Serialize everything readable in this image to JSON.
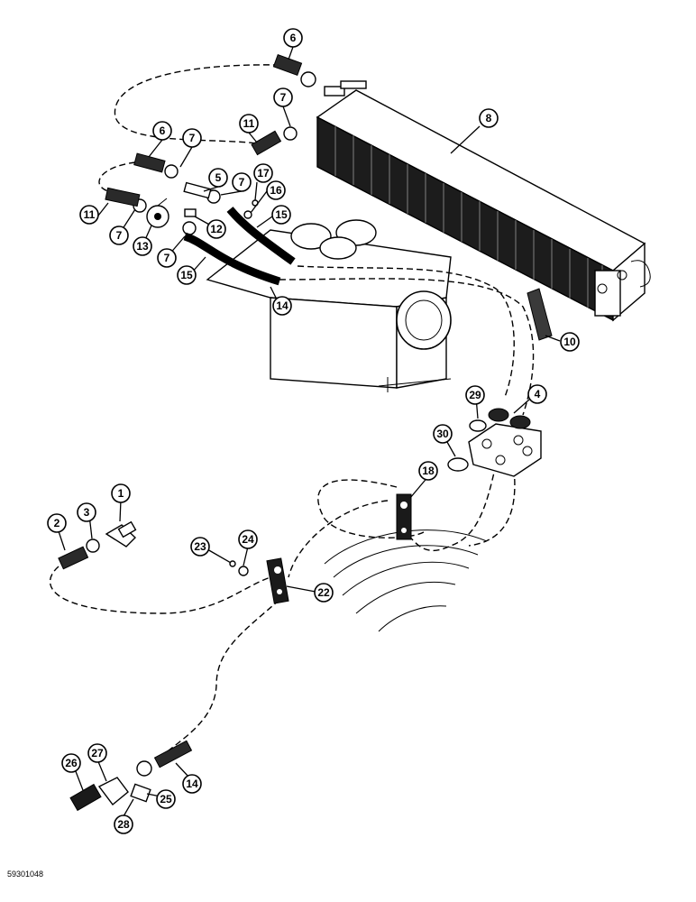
{
  "diagram": {
    "drawing_code": "59301048",
    "callouts": [
      {
        "id": "c6a",
        "label": "6"
      },
      {
        "id": "c7a",
        "label": "7"
      },
      {
        "id": "c8",
        "label": "8"
      },
      {
        "id": "c11a",
        "label": "11"
      },
      {
        "id": "c6b",
        "label": "6"
      },
      {
        "id": "c7b",
        "label": "7"
      },
      {
        "id": "c5",
        "label": "5"
      },
      {
        "id": "c7c",
        "label": "7"
      },
      {
        "id": "c17",
        "label": "17"
      },
      {
        "id": "c16",
        "label": "16"
      },
      {
        "id": "c15a",
        "label": "15"
      },
      {
        "id": "c11b",
        "label": "11"
      },
      {
        "id": "c7d",
        "label": "7"
      },
      {
        "id": "c13",
        "label": "13"
      },
      {
        "id": "c12",
        "label": "12"
      },
      {
        "id": "c7e",
        "label": "7"
      },
      {
        "id": "c15b",
        "label": "15"
      },
      {
        "id": "c14a",
        "label": "14"
      },
      {
        "id": "c10",
        "label": "10"
      },
      {
        "id": "c29",
        "label": "29"
      },
      {
        "id": "c4",
        "label": "4"
      },
      {
        "id": "c30",
        "label": "30"
      },
      {
        "id": "c18",
        "label": "18"
      },
      {
        "id": "c1",
        "label": "1"
      },
      {
        "id": "c3",
        "label": "3"
      },
      {
        "id": "c2",
        "label": "2"
      },
      {
        "id": "c23",
        "label": "23"
      },
      {
        "id": "c24",
        "label": "24"
      },
      {
        "id": "c22",
        "label": "22"
      },
      {
        "id": "c26",
        "label": "26"
      },
      {
        "id": "c27",
        "label": "27"
      },
      {
        "id": "c14b",
        "label": "14"
      },
      {
        "id": "c25",
        "label": "25"
      },
      {
        "id": "c28",
        "label": "28"
      }
    ]
  }
}
